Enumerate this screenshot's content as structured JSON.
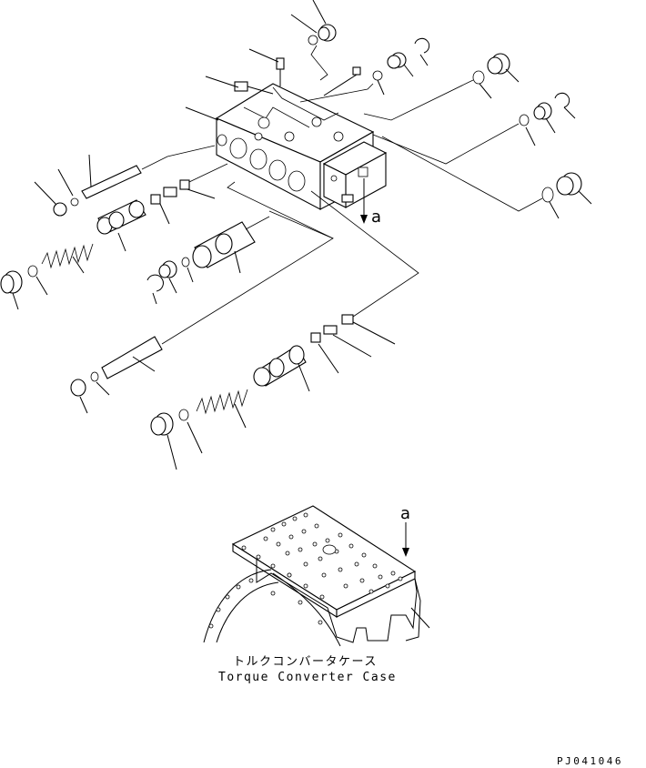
{
  "view_marker": "a",
  "caption_jp": "トルクコンバータケース",
  "caption_en": "Torque Converter Case",
  "drawing_code": "PJ041046"
}
